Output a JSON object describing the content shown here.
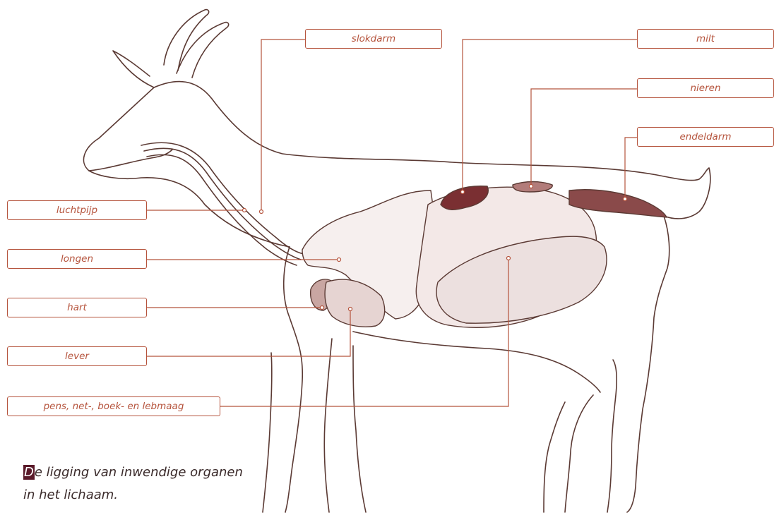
{
  "labels": {
    "slokdarm": "slokdarm",
    "milt": "milt",
    "nieren": "nieren",
    "endeldarm": "endeldarm",
    "luchtpijp": "luchtpijp",
    "longen": "longen",
    "hart": "hart",
    "lever": "lever",
    "magen": "pens, net-, boek- en lebmaag"
  },
  "caption": {
    "first_letter": "D",
    "line1_rest": "e ligging van inwendige organen",
    "line2": "in het lichaam."
  },
  "colors": {
    "label_red": "#b5533c",
    "outline_brown": "#5b3a34",
    "organ_dark": "#7a2f32",
    "caption_highlight": "#5a1a2a"
  }
}
